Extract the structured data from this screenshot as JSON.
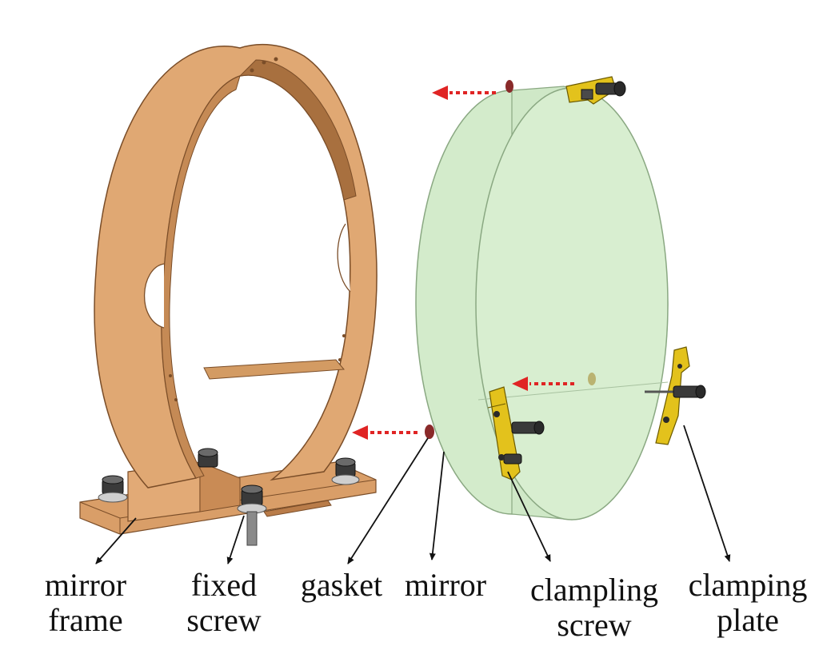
{
  "labels": {
    "mirror_frame": [
      "mirror",
      "frame"
    ],
    "fixed_screw": [
      "fixed",
      "screw"
    ],
    "gasket": "gasket",
    "mirror": "mirror",
    "clamping_screw": [
      "clampling",
      "screw"
    ],
    "clamping_plate": [
      "clamping",
      "plate"
    ]
  },
  "colors": {
    "frame": "#e0a873",
    "frame_shadow": "#b97c49",
    "mirror_glass": "#d3ebcb",
    "clamp": "#e3c21c",
    "screw": "#3a3a3a",
    "gasket": "#8a2a2a",
    "arrow": "#e02424"
  }
}
